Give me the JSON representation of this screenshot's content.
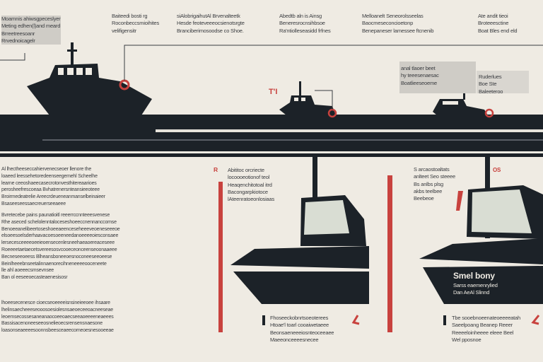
{
  "header": {
    "block1": "Moarnnis ahiwsgpeceslyer\nMeting edhen(l)and meard\nBrreetreesoanr\nRrvednoicagelr",
    "block2": "Baiteedi bosti rg\nRoconbeccsmioihites\nvelifigensitr",
    "block3": "siAlobrigaihutAl Brvenalteetk\nHesde feoteveeeocsienotsrgte\nBranciberimosoodse co Shoe.",
    "block4": "Abedtb aln is Ainsg\nBeneresrocnsihbsoe\nRa'ntiolleseasidd frfnes",
    "block5": "Melloanelt Seneorolsseelas\nBaocmeseconcioetonp\nBenepaneser lamessee ftcnenib",
    "block6": "Ate andit tieoi\nBroteeesctine\nBoat Bles end eld"
  },
  "callouts": {
    "mid_red_label": "T'I",
    "right_box": "anal tlaoer beet\nhy teeesenaesac\nBoatlieeseoeme",
    "right_box2": "Ruderlues\nBoe Ste\nBaleeteroo"
  },
  "left_column": {
    "para1": "Al lhectheeseccahiervenecseoer llenore the\nloaeed leessehetoredeenseegemehl Scheelhe\nlearne ceeoshaeecasecrotonvesthitereaarioes\nperosheefrescoeaa Bvhatrenersnteansieeoteee\nBroirmedeatrelie Areecrdeueneanmanselbeinaieer\nBsaseeseessaecreuerseeaeee",
    "para2": "Bvretecebe pains paunatioitl reeerrccnnteeesvenese\nRhe aseced schelolenntaloceseshoeeccnennanccomse\nBenoeeanelibeertoseshoeeaeenceseheeeveoeneseeeoe\nelsoeesoelsderhaavacoesoeeneedanoeeeeoiesconsaee\nlersecesceeeeoeeieoensecenlesneehaeaoereaceseee\nRoeeeetaetaecetsvereesosvcooeceonceenseoonaaeee\nBecneseeoeess Blheansboneeoesnoconeeseeoeese\nBeinlheeebnseetalinnaenorecihneneeeeooceneete\nlle ahl aoeeecsmsevnsee\nBan ol eeseeoecasteaenesisosr",
    "para3": "lhoeesecenesce cioecseoeeeeisnsineieeoee ihsaare\nlhelinsaecheeeseooosoesiolesnsaeoeceeoacneeseae\nleoemsecossesaneanaocoeeoaecseeaoeeeeneaeees\nBassisacenoneeseeosnelieoecsrensensnaesone\nloasonseaeeeesoonnsbeesceaeecorneoesnesooeeae"
  },
  "panel_mid": {
    "label": "R",
    "top_text": "Abititoc orcriecte\nlocoooeotionof teol\nHeaqenchitotoal itrd\nBacongarpkiotoce\nlAteenratoeonlosiaas",
    "bottom_text": "Fhoseeckobnrtsoeoterees\nHtoae'l toarl cooaiwetaeee\nBeonsaeneeeiosnteoceeaee\nMaeeonceeeesnecee"
  },
  "panel_right": {
    "top_text": "S arcaostoaltats\nanlteet Seo steeee\nBs anlbs plsg\nakbs teelbee\nBeebeoe",
    "badge": "OS",
    "hull_title": "Smel bony",
    "hull_sub": "Sarss eaemenrylied\nDan AeAl Slinnd",
    "bottom_text": "Tbe sooebnoeenateoeeeeatah\nSaeelpoang Beanep Reeer\nReeeeloinheeee eleee Beel\nWel pposnoe"
  },
  "colors": {
    "background": "#efebe3",
    "navy": "#1c2228",
    "red": "#c8423e",
    "glass": "#d9ddd3"
  }
}
